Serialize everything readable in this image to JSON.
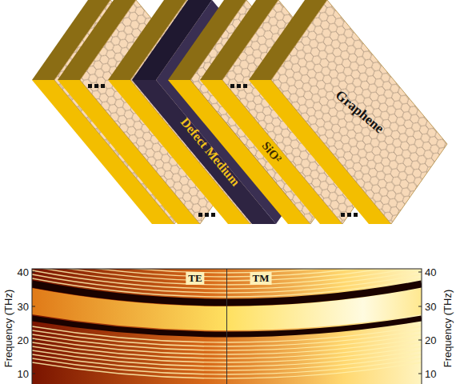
{
  "diagram": {
    "nodes": [
      {
        "text": [
          "Graphene"
        ]
      },
      {
        "text": [
          "Defect Medium"
        ]
      },
      {
        "text": [
          "SiO²"
        ]
      }
    ],
    "labels": [
      "TE",
      "TM",
      "Frequency (THz)",
      "40",
      "30",
      "20",
      "10",
      "Frequency (THz)",
      "40",
      "30",
      "20",
      "10"
    ]
  }
}
